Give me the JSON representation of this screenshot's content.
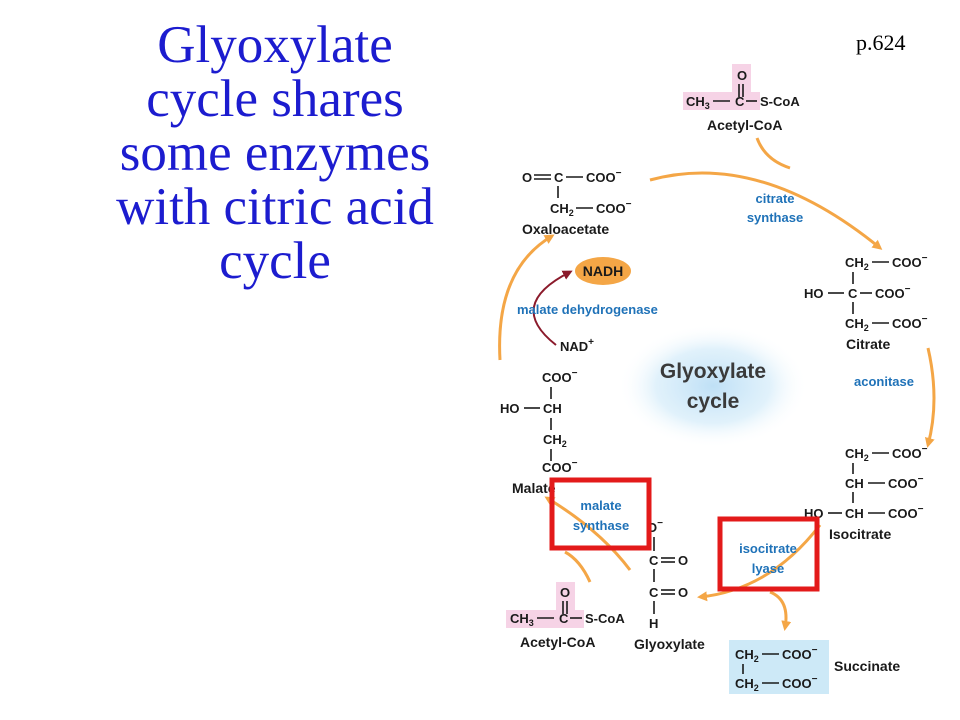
{
  "title": {
    "lines": [
      "Glyoxylate",
      "cycle shares",
      "some enzymes",
      "with citric acid",
      "cycle"
    ]
  },
  "page_ref": "p.624",
  "diagram": {
    "center_label": [
      "Glyoxylate",
      "cycle"
    ],
    "compounds": {
      "acetyl_coa_top": "Acetyl-CoA",
      "oxaloacetate": "Oxaloacetate",
      "citrate": "Citrate",
      "isocitrate": "Isocitrate",
      "malate": "Malate",
      "glyoxylate": "Glyoxylate",
      "acetyl_coa_bottom": "Acetyl-CoA",
      "succinate": "Succinate"
    },
    "enzymes": {
      "citrate_synthase": [
        "citrate",
        "synthase"
      ],
      "aconitase": "aconitase",
      "malate_dehydrogenase": "malate dehydrogenase",
      "malate_synthase": [
        "malate",
        "synthase"
      ],
      "isocitrate_lyase": [
        "isocitrate",
        "lyase"
      ]
    },
    "cofactors": {
      "nadh": "NADH",
      "nad": "NAD"
    },
    "formula_text": {
      "ch3": "CH",
      "ch2": "CH",
      "ch": "CH",
      "c": "C",
      "o": "O",
      "h": "H",
      "ho": "HO",
      "coo": "COO",
      "scoa": "S-CoA",
      "o_eq_c": "O",
      "sub2": "2",
      "sub3": "3",
      "minus": "−",
      "plus": "+"
    },
    "colors": {
      "title": "#1c1ccf",
      "enzyme": "#1f72b8",
      "arrow": "#f4a646",
      "acetyl_highlight": "#f6d3e6",
      "succinate_highlight": "#cde9f7",
      "nadh_fill": "#f4a646",
      "highlight_box": "#e31a1a",
      "center_glow": "#bfe0f6"
    }
  }
}
